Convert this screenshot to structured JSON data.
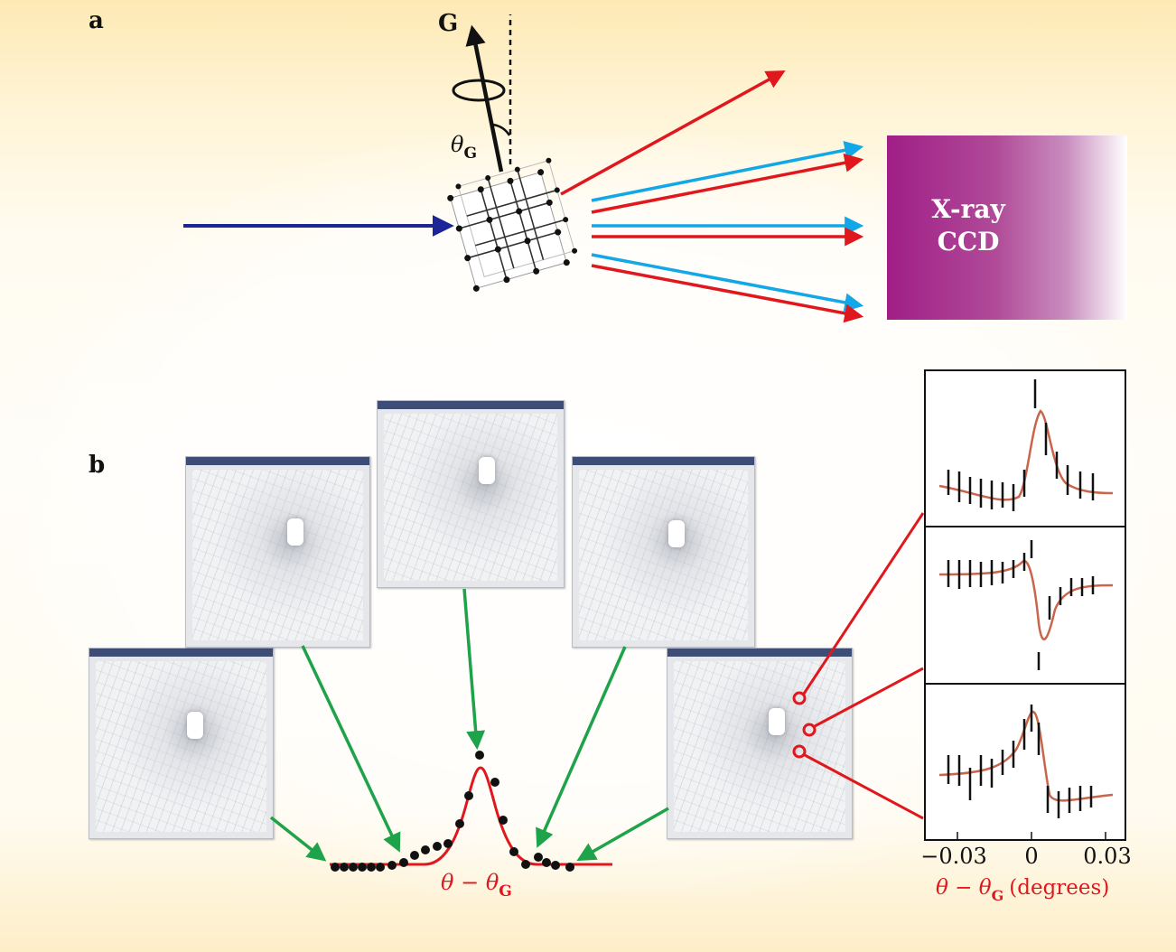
{
  "panel_a": {
    "label": "a",
    "vector_label": "G",
    "angle_label_symbol": "θ",
    "angle_label_subscript": "G",
    "detector_label": "X-ray\nCCD",
    "colors": {
      "incident_beam": "#1c2496",
      "diffracted_beam": "#e0181e",
      "blue_beam": "#12a7e6",
      "detector": "#a01e86"
    }
  },
  "panel_b": {
    "label": "b",
    "rocking_axis_label_symbol": "θ − θ",
    "rocking_axis_label_subscript": "G",
    "inset_x_ticks": [
      "−0.03",
      "0",
      "0.03"
    ],
    "inset_xlabel_symbol": "θ − θ",
    "inset_xlabel_subscript": "G",
    "inset_xlabel_units": "(degrees)",
    "colors": {
      "curve": "#e0181e",
      "arrows": "#1ea34a",
      "points": "#111111",
      "inset_fit": "#c9654a"
    }
  }
}
